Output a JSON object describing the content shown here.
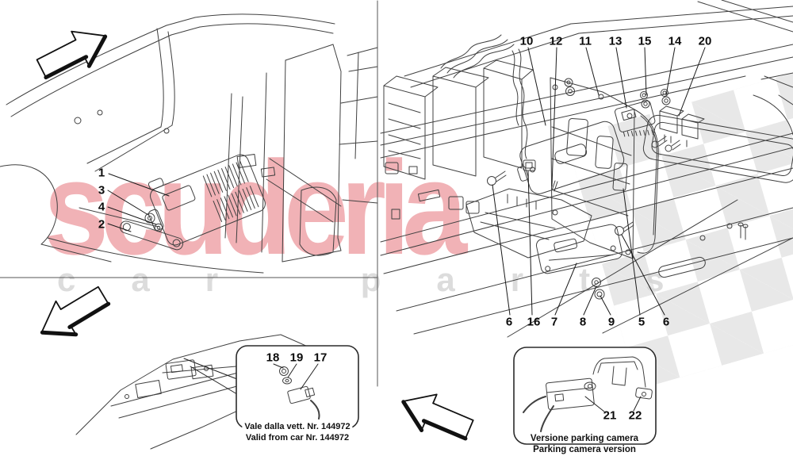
{
  "watermark": {
    "brand": "scuderia",
    "sub": "car parts"
  },
  "colors": {
    "watermark_pink": "#f1b2b6",
    "watermark_gray": "#dcdcdc",
    "line_art": "#404040",
    "checker_gray": "#d6d6d6"
  },
  "callouts": {
    "cabin": [
      "1",
      "3",
      "4",
      "2"
    ],
    "engine_top": [
      "10",
      "12",
      "11",
      "13",
      "15",
      "14",
      "20"
    ],
    "engine_bottom": [
      "6",
      "16",
      "7",
      "8",
      "9",
      "5",
      "6"
    ],
    "valid_from": [
      "18",
      "19",
      "17"
    ],
    "parking": [
      "21",
      "22"
    ]
  },
  "insets": {
    "valid_from": {
      "caption_it": "Vale dalla vett. Nr. 144972",
      "caption_en": "Valid from car Nr. 144972"
    },
    "parking": {
      "caption_it": "Versione parking camera",
      "caption_en": "Parking camera version"
    }
  }
}
